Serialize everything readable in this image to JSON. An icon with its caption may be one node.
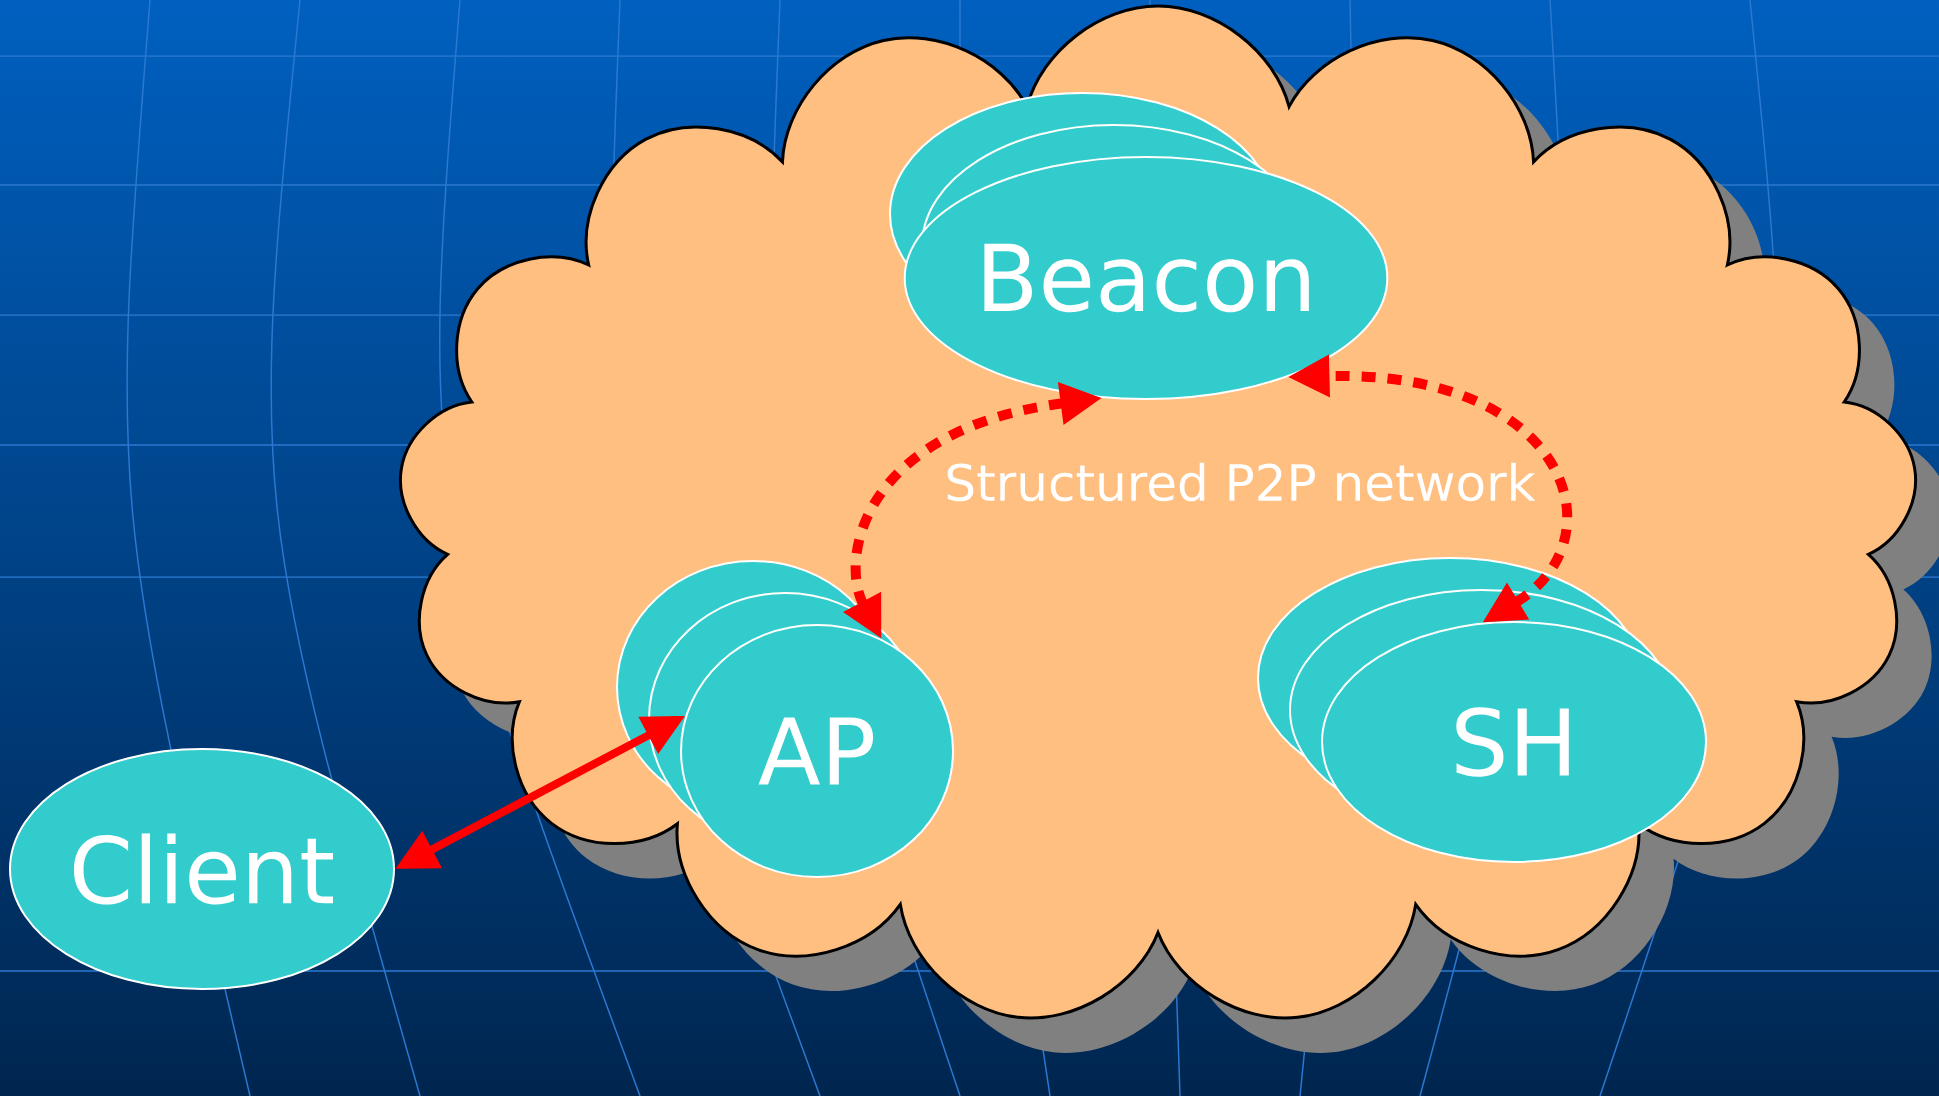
{
  "diagram": {
    "nodes": [
      {
        "text": [
          "Structured P2P network"
        ]
      },
      {
        "text": [
          "Beacon"
        ],
        "in": 0
      },
      {
        "text": [
          "AP"
        ],
        "in": 0
      },
      {
        "text": [
          "SH"
        ],
        "in": 0
      },
      {
        "text": [
          "Client"
        ]
      }
    ],
    "edges": [
      {
        "from": 2,
        "to": 1,
        "arrow": "both",
        "style": "dashed"
      },
      {
        "from": 3,
        "to": 1,
        "arrow": "both",
        "style": "dashed"
      },
      {
        "from": 4,
        "to": 2,
        "arrow": "both"
      }
    ]
  }
}
